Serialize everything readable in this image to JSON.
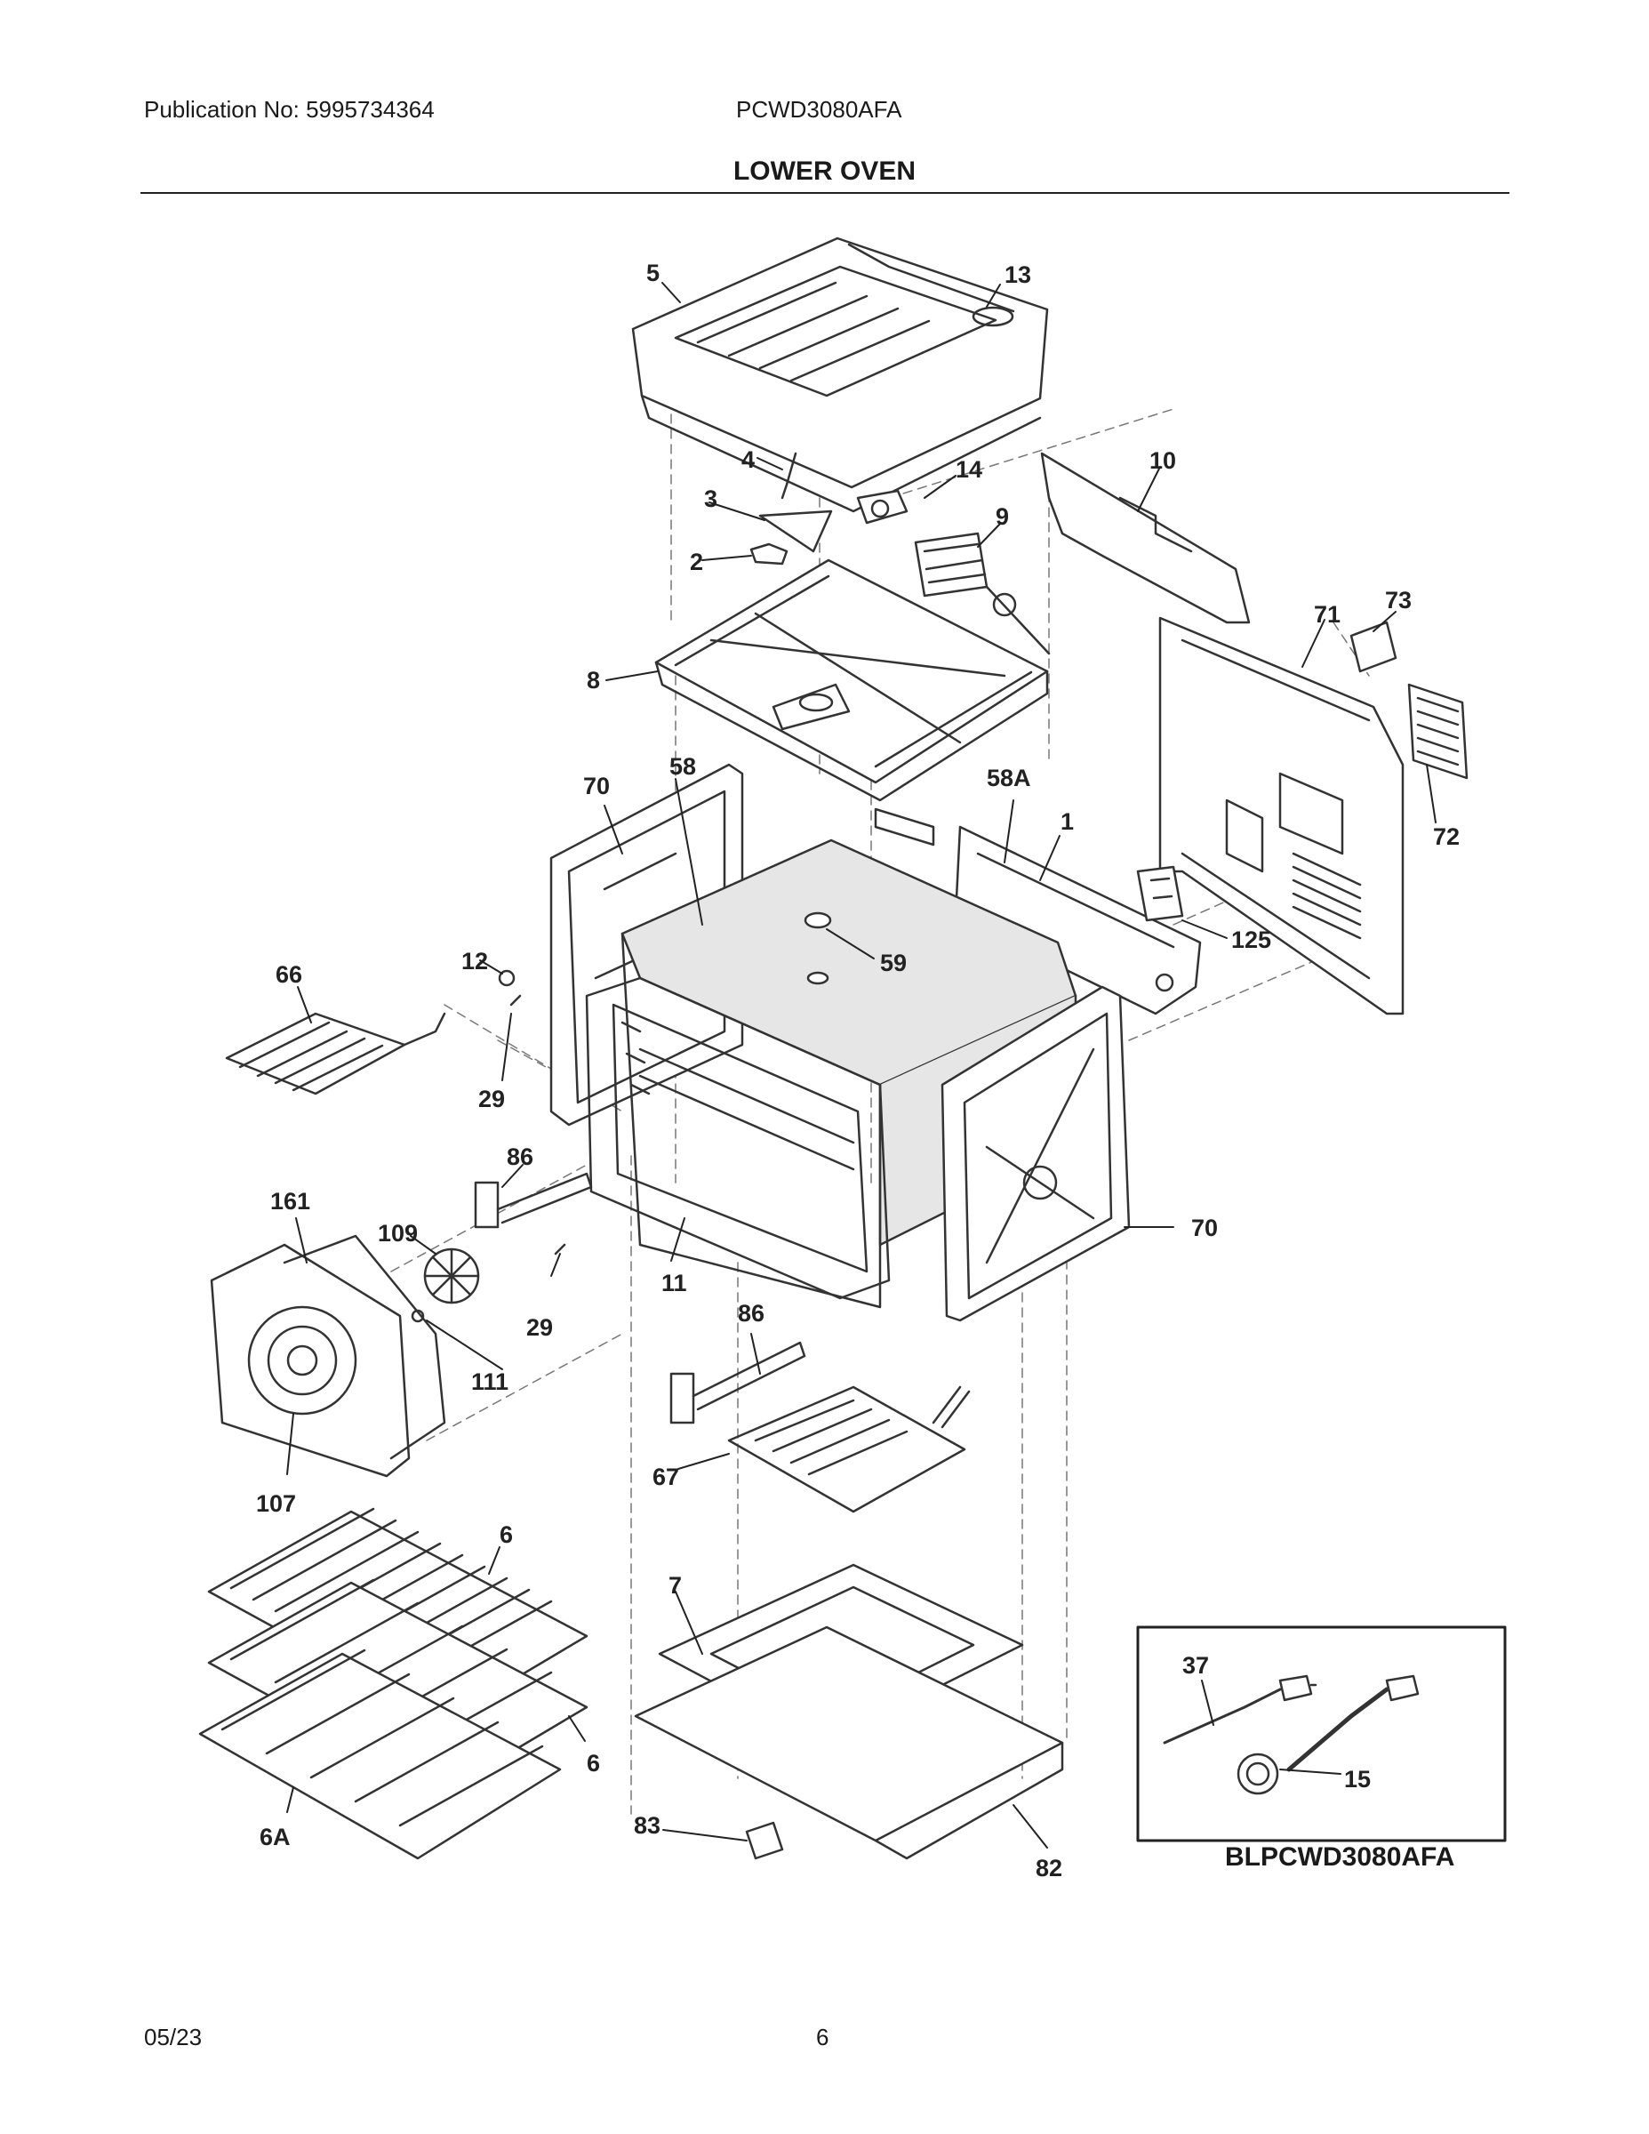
{
  "header": {
    "publication": "Publication No: 5995734364",
    "model": "PCWD3080AFA",
    "title": "LOWER OVEN"
  },
  "callouts": {
    "c1": "1",
    "c2": "2",
    "c3": "3",
    "c4": "4",
    "c5": "5",
    "c6a": "6",
    "c6b": "6",
    "c6A": "6A",
    "c7": "7",
    "c8": "8",
    "c9": "9",
    "c10": "10",
    "c11": "11",
    "c12": "12",
    "c13": "13",
    "c14": "14",
    "c15": "15",
    "c29a": "29",
    "c29b": "29",
    "c37": "37",
    "c58": "58",
    "c58A": "58A",
    "c59": "59",
    "c66": "66",
    "c67": "67",
    "c70a": "70",
    "c70b": "70",
    "c71": "71",
    "c72": "72",
    "c73": "73",
    "c82": "82",
    "c83": "83",
    "c86a": "86",
    "c86b": "86",
    "c107": "107",
    "c109": "109",
    "c111": "111",
    "c125": "125",
    "c161": "161"
  },
  "inset_code": "BLPCWD3080AFA",
  "footer": {
    "date": "05/23",
    "page": "6"
  }
}
